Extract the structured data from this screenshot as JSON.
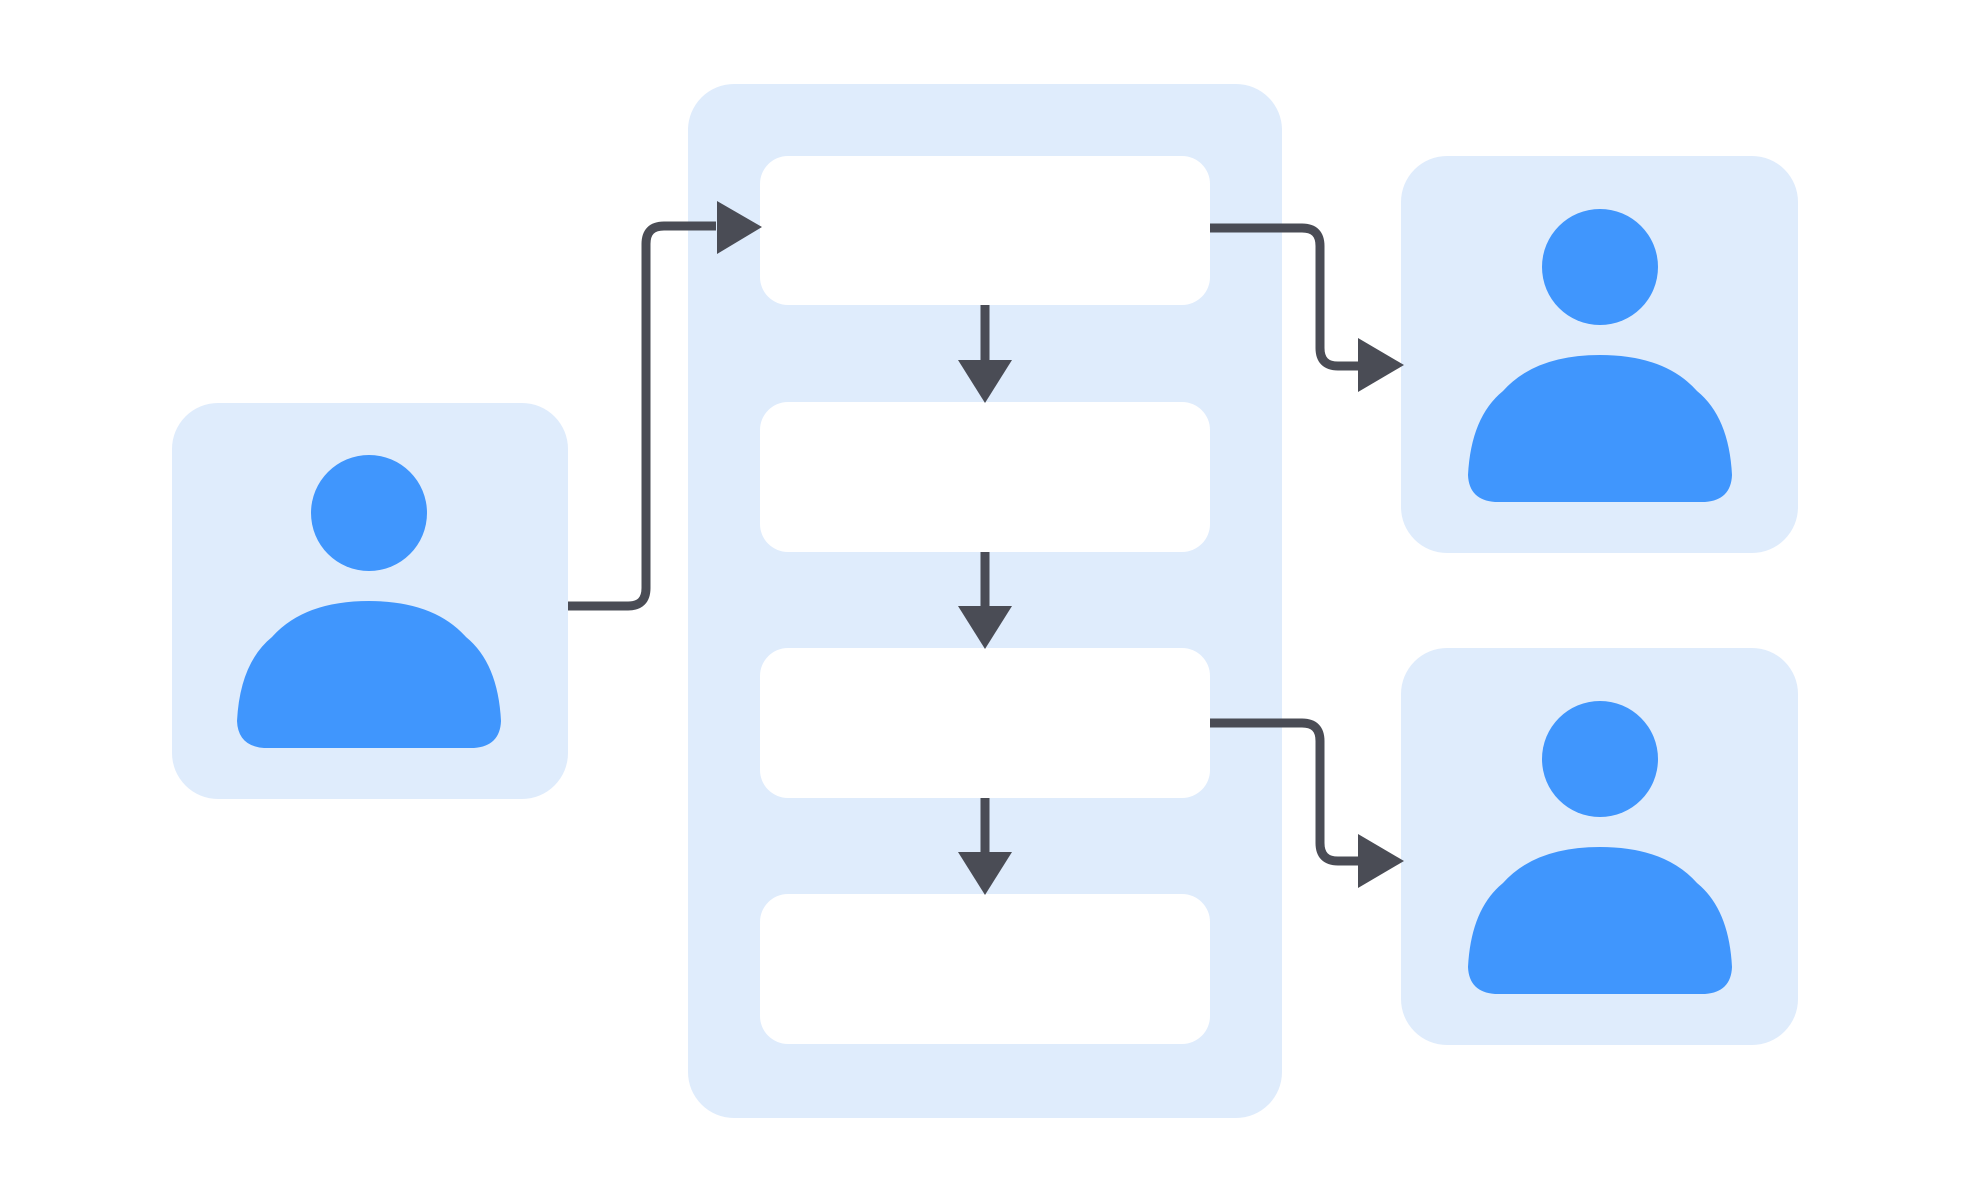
{
  "diagram": {
    "colors": {
      "background": "#ffffff",
      "panel_fill": "#dfecfc",
      "step_fill": "#ffffff",
      "connector": "#4a4c55",
      "person_icon": "#4096fd"
    },
    "actors": [
      {
        "id": "source",
        "icon": "person-icon",
        "label": ""
      },
      {
        "id": "recipient-top",
        "icon": "person-icon",
        "label": ""
      },
      {
        "id": "recipient-bottom",
        "icon": "person-icon",
        "label": ""
      }
    ],
    "steps": [
      {
        "id": "step-1",
        "label": ""
      },
      {
        "id": "step-2",
        "label": ""
      },
      {
        "id": "step-3",
        "label": ""
      },
      {
        "id": "step-4",
        "label": ""
      }
    ],
    "connections": [
      {
        "from": "source",
        "to": "step-1"
      },
      {
        "from": "step-1",
        "to": "step-2"
      },
      {
        "from": "step-2",
        "to": "step-3"
      },
      {
        "from": "step-3",
        "to": "step-4"
      },
      {
        "from": "step-1",
        "to": "recipient-top"
      },
      {
        "from": "step-3",
        "to": "recipient-bottom"
      }
    ]
  }
}
